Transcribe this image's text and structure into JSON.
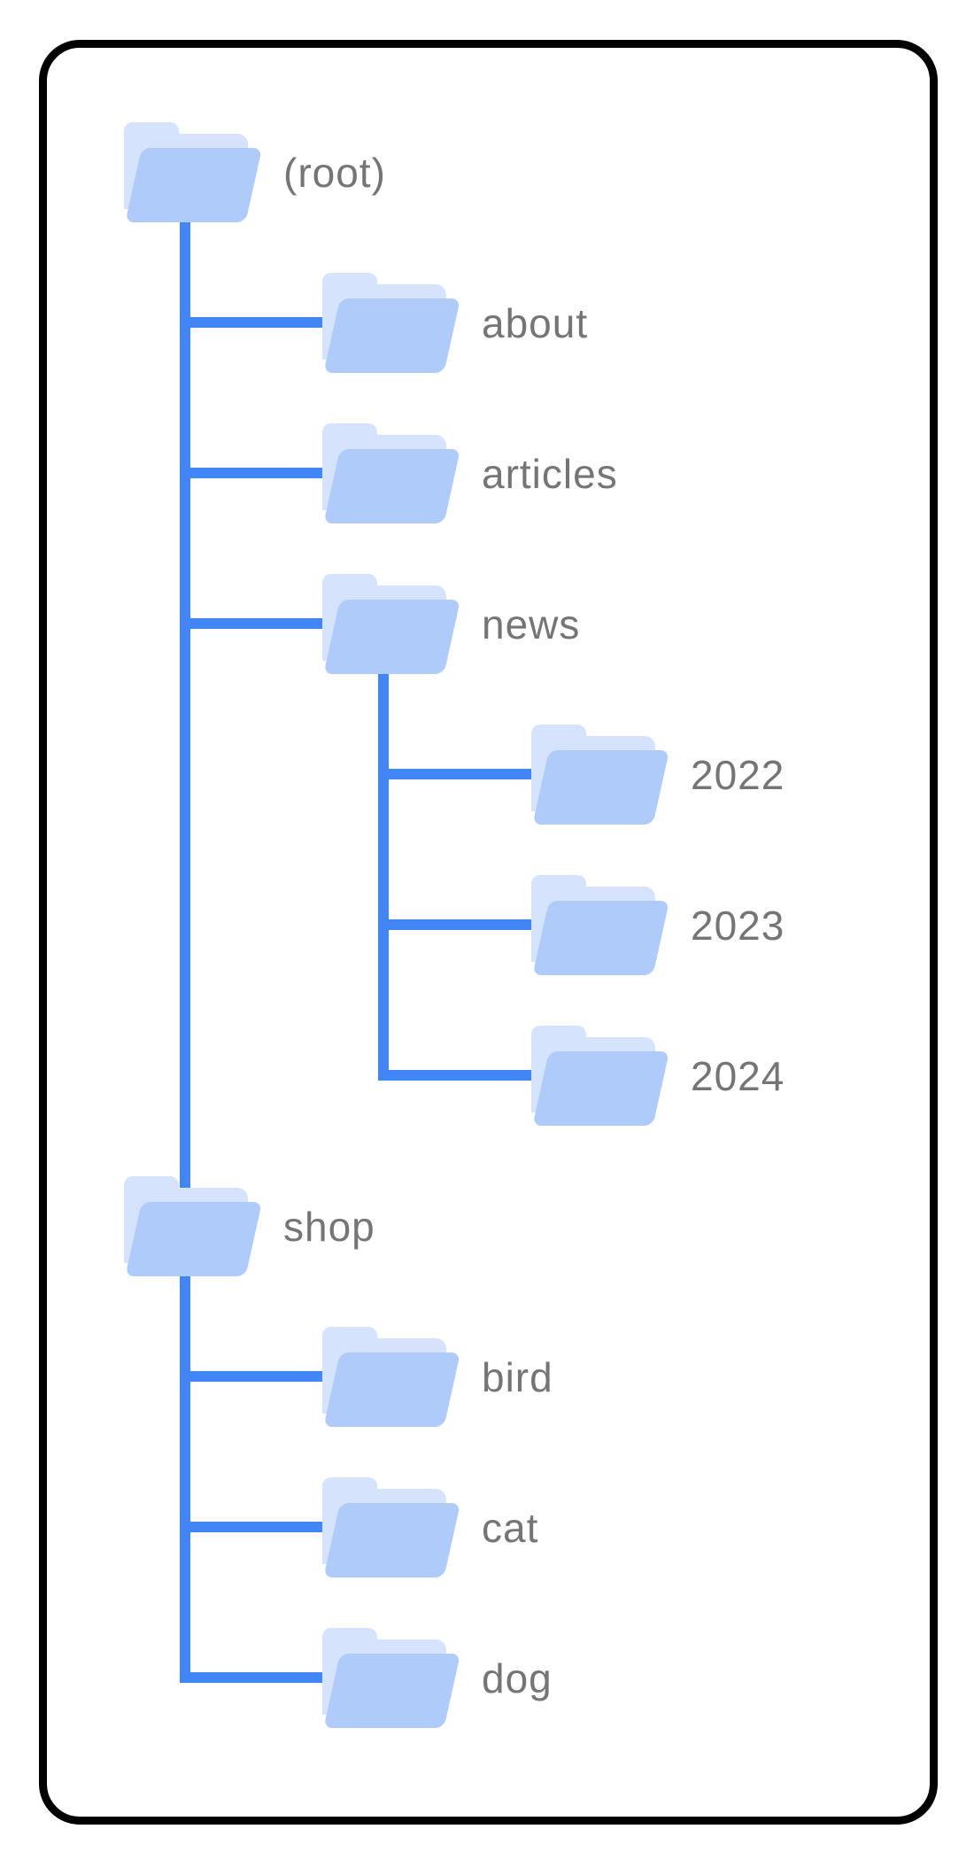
{
  "diagram": {
    "type": "folder-tree-sitemap",
    "colors": {
      "connector": "#4285f4",
      "folder_front": "#aecbfa",
      "folder_back": "#d5e3fc",
      "folder_tab": "#d5e3fc",
      "label_text": "#757575",
      "card_border": "#000000",
      "card_background": "#ffffff"
    },
    "nodes": [
      {
        "id": "root",
        "label": "(root)",
        "parent": null,
        "col": 0,
        "row": 0,
        "inline": false
      },
      {
        "id": "about",
        "label": "about",
        "parent": "root",
        "col": 1,
        "row": 1,
        "inline": false
      },
      {
        "id": "articles",
        "label": "articles",
        "parent": "root",
        "col": 1,
        "row": 2,
        "inline": false
      },
      {
        "id": "news",
        "label": "news",
        "parent": "root",
        "col": 1,
        "row": 3,
        "inline": false
      },
      {
        "id": "y2022",
        "label": "2022",
        "parent": "news",
        "col": 2,
        "row": 4,
        "inline": false
      },
      {
        "id": "y2023",
        "label": "2023",
        "parent": "news",
        "col": 2,
        "row": 5,
        "inline": false
      },
      {
        "id": "y2024",
        "label": "2024",
        "parent": "news",
        "col": 2,
        "row": 6,
        "inline": false
      },
      {
        "id": "shop",
        "label": "shop",
        "parent": "root",
        "col": 0,
        "row": 7,
        "inline": true
      },
      {
        "id": "bird",
        "label": "bird",
        "parent": "shop",
        "col": 1,
        "row": 8,
        "inline": false
      },
      {
        "id": "cat",
        "label": "cat",
        "parent": "shop",
        "col": 1,
        "row": 9,
        "inline": false
      },
      {
        "id": "dog",
        "label": "dog",
        "parent": "shop",
        "col": 1,
        "row": 10,
        "inline": false
      }
    ]
  }
}
